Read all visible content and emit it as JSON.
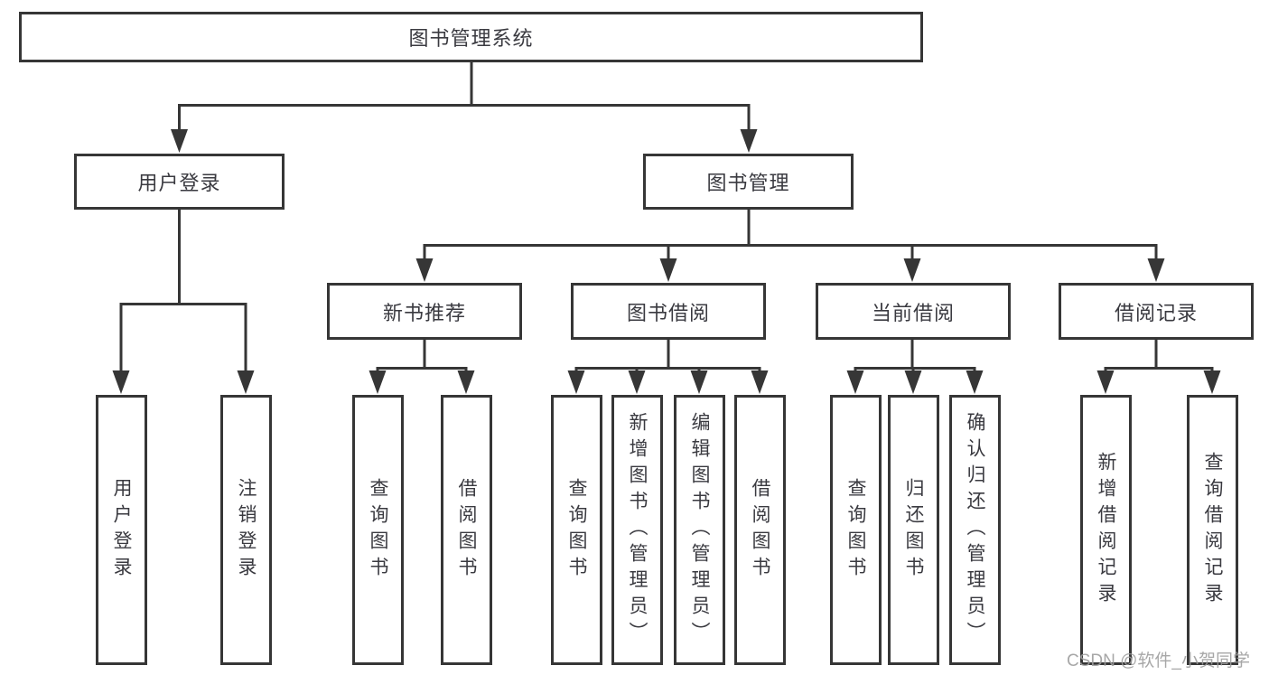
{
  "colors": {
    "line": "#363636",
    "text": "#3a3a40",
    "watermark": "#9e9e9e",
    "background": "#ffffff"
  },
  "watermark": "CSDN @软件_小贺同学",
  "root": {
    "label": "图书管理系统",
    "children": [
      {
        "label": "用户登录",
        "children": [
          {
            "label": "用户登录"
          },
          {
            "label": "注销登录"
          }
        ]
      },
      {
        "label": "图书管理",
        "children": [
          {
            "label": "新书推荐",
            "children": [
              {
                "label": "查询图书"
              },
              {
                "label": "借阅图书"
              }
            ]
          },
          {
            "label": "图书借阅",
            "children": [
              {
                "label": "查询图书"
              },
              {
                "label": "新增图书（管理员）"
              },
              {
                "label": "编辑图书（管理员）"
              },
              {
                "label": "借阅图书"
              }
            ]
          },
          {
            "label": "当前借阅",
            "children": [
              {
                "label": "查询图书"
              },
              {
                "label": "归还图书"
              },
              {
                "label": "确认归还（管理员）"
              }
            ]
          },
          {
            "label": "借阅记录",
            "children": [
              {
                "label": "新增借阅记录"
              },
              {
                "label": "查询借阅记录"
              }
            ]
          }
        ]
      }
    ]
  }
}
